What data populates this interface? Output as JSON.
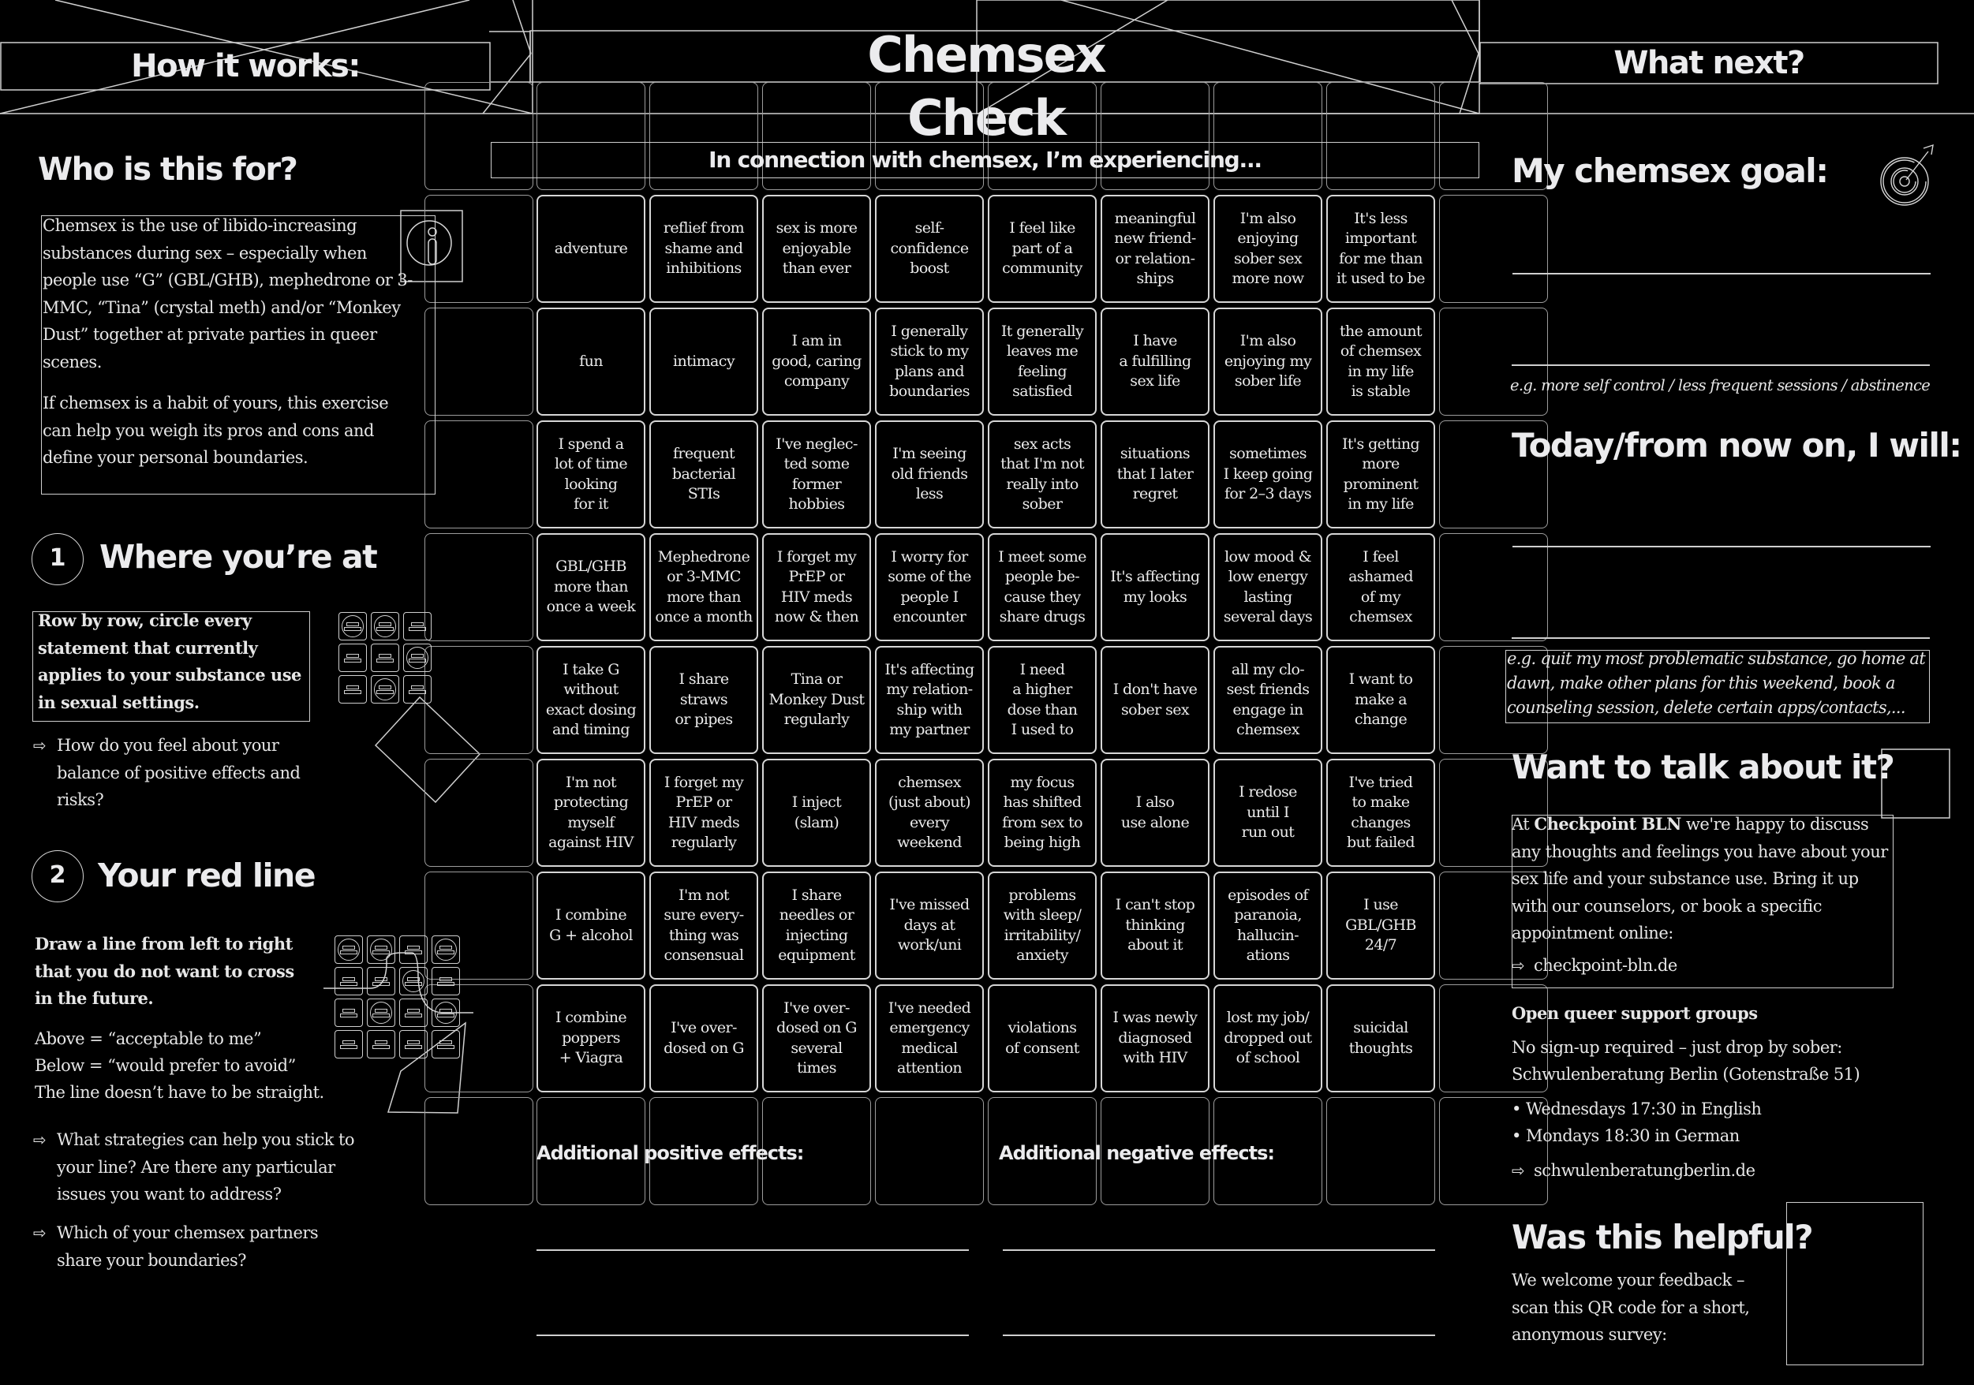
{
  "header": {
    "left_title": "How it works:",
    "center_title": "Chemsex Check",
    "right_title": "What next?"
  },
  "grid": {
    "banner": "In connection with chemsex, I’m experiencing...",
    "rows": [
      [
        "adventure",
        "reflief from\nshame and\ninhibitions",
        "sex is more\nenjoyable\nthan ever",
        "self-\nconfidence\nboost",
        "I feel like\npart of a\ncommunity",
        "meaningful\nnew friend-\nor relation-\nships",
        "I'm also\nenjoying\nsober sex\nmore now",
        "It's less\nimportant\nfor me than\nit used to be"
      ],
      [
        "fun",
        "intimacy",
        "I am in\ngood, caring\ncompany",
        "I generally\nstick to my\nplans and\nboundaries",
        "It generally\nleaves me\nfeeling\nsatisfied",
        "I have\na fulfilling\nsex life",
        "I'm also\nenjoying my\nsober life",
        "the amount\nof chemsex\nin my life\nis stable"
      ],
      [
        "I spend a\nlot of time\nlooking\nfor it",
        "frequent\nbacterial\nSTIs",
        "I've neglec-\nted some\nformer\nhobbies",
        "I'm seeing\nold friends\nless",
        "sex acts\nthat I'm not\nreally into\nsober",
        "situations\nthat I later\nregret",
        "sometimes\nI keep going\nfor 2–3 days",
        "It's getting\nmore\nprominent\nin my life"
      ],
      [
        "GBL/GHB\nmore than\nonce a week",
        "Mephedrone\nor 3-MMC\nmore than\nonce a month",
        "I forget my\nPrEP or\nHIV meds\nnow & then",
        "I worry for\nsome of the\npeople I\nencounter",
        "I meet some\npeople be-\ncause they\nshare drugs",
        "It's affecting\nmy looks",
        "low mood &\nlow energy\nlasting\nseveral days",
        "I feel\nashamed\nof my\nchemsex"
      ],
      [
        "I take G\nwithout\nexact dosing\nand timing",
        "I share\nstraws\nor pipes",
        "Tina or\nMonkey Dust\nregularly",
        "It's affecting\nmy relation-\nship with\nmy partner",
        "I need\na higher\ndose than\nI used to",
        "I don't have\nsober sex",
        "all my clo-\nsest friends\nengage in\nchemsex",
        "I want to\nmake a\nchange"
      ],
      [
        "I'm not\nprotecting\nmyself\nagainst HIV",
        "I forget my\nPrEP or\nHIV meds\nregularly",
        "I inject\n(slam)",
        "chemsex\n(just about)\nevery\nweekend",
        "my focus\nhas shifted\nfrom sex to\nbeing high",
        "I also\nuse alone",
        "I redose\nuntil I\nrun out",
        "I've tried\nto make\nchanges\nbut failed"
      ],
      [
        "I combine\nG + alcohol",
        "I'm not\nsure every-\nthing was\nconsensual",
        "I share\nneedles or\ninjecting\nequipment",
        "I've missed\ndays at\nwork/uni",
        "problems\nwith sleep/\nirritability/\nanxiety",
        "I can't stop\nthinking\nabout it",
        "episodes of\nparanoia,\nhallucin-\nations",
        "I use\nGBL/GHB\n24/7"
      ],
      [
        "I combine\npoppers\n+ Viagra",
        "I've over-\ndosed on G",
        "I've over-\ndosed on G\nseveral\ntimes",
        "I've needed\nemergency\nmedical\nattention",
        "violations\nof consent",
        "I was newly\ndiagnosed\nwith HIV",
        "lost my job/\ndropped out\nof school",
        "suicidal\nthoughts"
      ]
    ],
    "additional_positive_label": "Additional positive effects:",
    "additional_negative_label": "Additional negative effects:"
  },
  "left": {
    "who_title": "Who is this for?",
    "who_p1": "Chemsex is the use of libido-increasing substances during sex – especially when people use “G” (GBL/GHB), mephedrone or 3-MMC, “Tina” (crystal meth) and/or “Monkey Dust” together at private parties in queer scenes.",
    "who_p2": "If chemsex is a habit of yours, this exercise can help you weigh its pros and cons and define your personal boundaries.",
    "step1": {
      "number": "1",
      "title": "Where you’re at",
      "instruction": "Row by row, circle every statement that currently applies to your substance use in sexual settings.",
      "question": "How do you feel about your balance of positive effects and risks?"
    },
    "step2": {
      "number": "2",
      "title": "Your red line",
      "instruction": "Draw a line from left to right that you do not want to cross in the future.",
      "above": "Above = “acceptable to me”",
      "below": "Below = “would prefer to avoid”",
      "note": "The line doesn’t have to be straight.",
      "question1": "What strategies can help you stick to your line? Are there any particular issues you want to address?",
      "question2": "Which of your chemsex partners share your boundaries?"
    }
  },
  "right": {
    "goal_title": "My chemsex goal:",
    "goal_hint": "e.g. more self control / less frequent sessions / abstinence",
    "will_title": "Today/from now on, I will:",
    "will_hint": "e.g. quit my most problematic substance, go home at dawn, make other plans for this weekend, book a counseling session, delete certain apps/contacts,...",
    "talk_title": "Want to talk about it?",
    "talk_prefix": "At ",
    "talk_org": "Checkpoint BLN",
    "talk_body": " we're happy to discuss any thoughts and feelings you have about your sex life and your substance use. Bring it up with our counselors, or book a specific appointment online:",
    "talk_link": "checkpoint-bln.de",
    "groups_title": "Open queer support groups",
    "groups_line1": "No sign-up required – just drop by sober:",
    "groups_line2": "Schwulenberatung Berlin (Gotenstraße 51)",
    "groups_times": [
      "• Wednesdays 17:30 in English",
      "• Mondays 18:30 in German"
    ],
    "groups_link": "schwulenberatungberlin.de",
    "helpful_title": "Was this helpful?",
    "helpful_body": "We welcome your feedback – scan this QR code for a short, anonymous survey:"
  },
  "icons": {
    "arrow": "⇨",
    "target": "target-icon",
    "info": "info-icon"
  }
}
